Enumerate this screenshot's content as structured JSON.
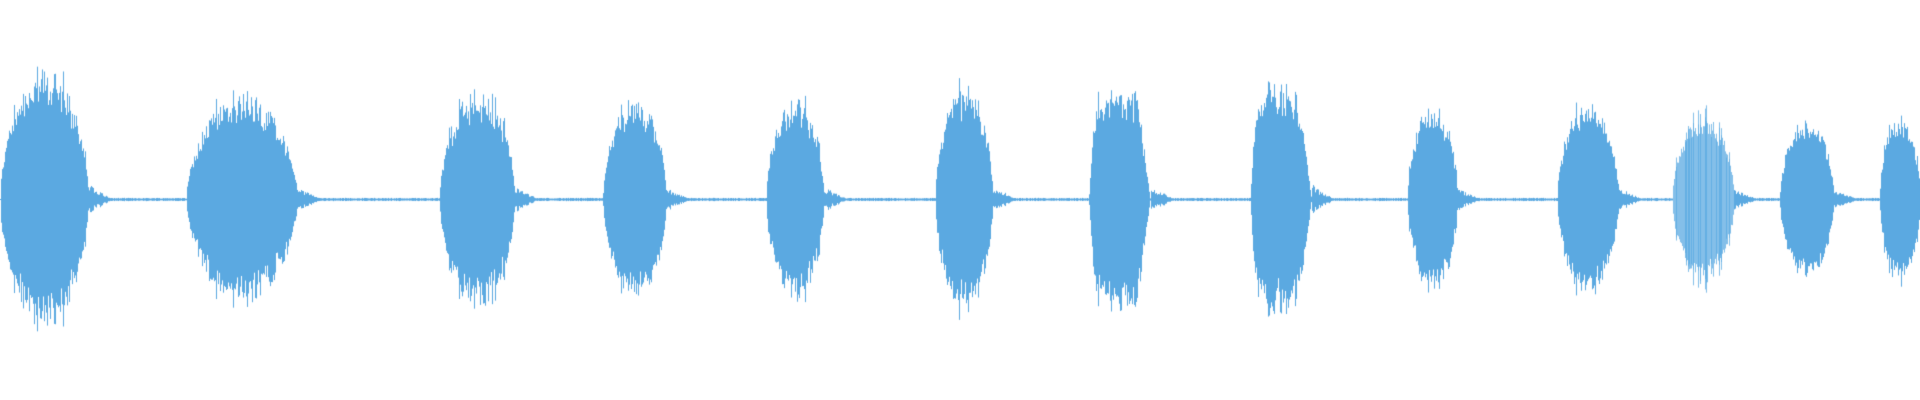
{
  "waveform": {
    "color": "#5ba9e1",
    "background": "#ffffff",
    "baseline_amplitude": 0.006,
    "segments": [
      {
        "start": 0.0,
        "end": 0.046,
        "peak": 0.66,
        "shape": "rounded"
      },
      {
        "start": 0.097,
        "end": 0.155,
        "peak": 0.54,
        "shape": "wide"
      },
      {
        "start": 0.229,
        "end": 0.268,
        "peak": 0.56,
        "shape": "rounded"
      },
      {
        "start": 0.314,
        "end": 0.347,
        "peak": 0.52,
        "shape": "rounded"
      },
      {
        "start": 0.399,
        "end": 0.429,
        "peak": 0.52,
        "shape": "rounded"
      },
      {
        "start": 0.487,
        "end": 0.517,
        "peak": 0.58,
        "shape": "rounded"
      },
      {
        "start": 0.567,
        "end": 0.599,
        "peak": 0.58,
        "shape": "skewed"
      },
      {
        "start": 0.651,
        "end": 0.683,
        "peak": 0.58,
        "shape": "skewed"
      },
      {
        "start": 0.733,
        "end": 0.759,
        "peak": 0.48,
        "shape": "rounded"
      },
      {
        "start": 0.811,
        "end": 0.843,
        "peak": 0.5,
        "shape": "rounded"
      },
      {
        "start": 0.871,
        "end": 0.903,
        "peak": 0.44,
        "shape": "lattice"
      },
      {
        "start": 0.927,
        "end": 0.955,
        "peak": 0.42,
        "shape": "rounded"
      },
      {
        "start": 0.979,
        "end": 1.0,
        "peak": 0.44,
        "shape": "rounded"
      }
    ]
  }
}
